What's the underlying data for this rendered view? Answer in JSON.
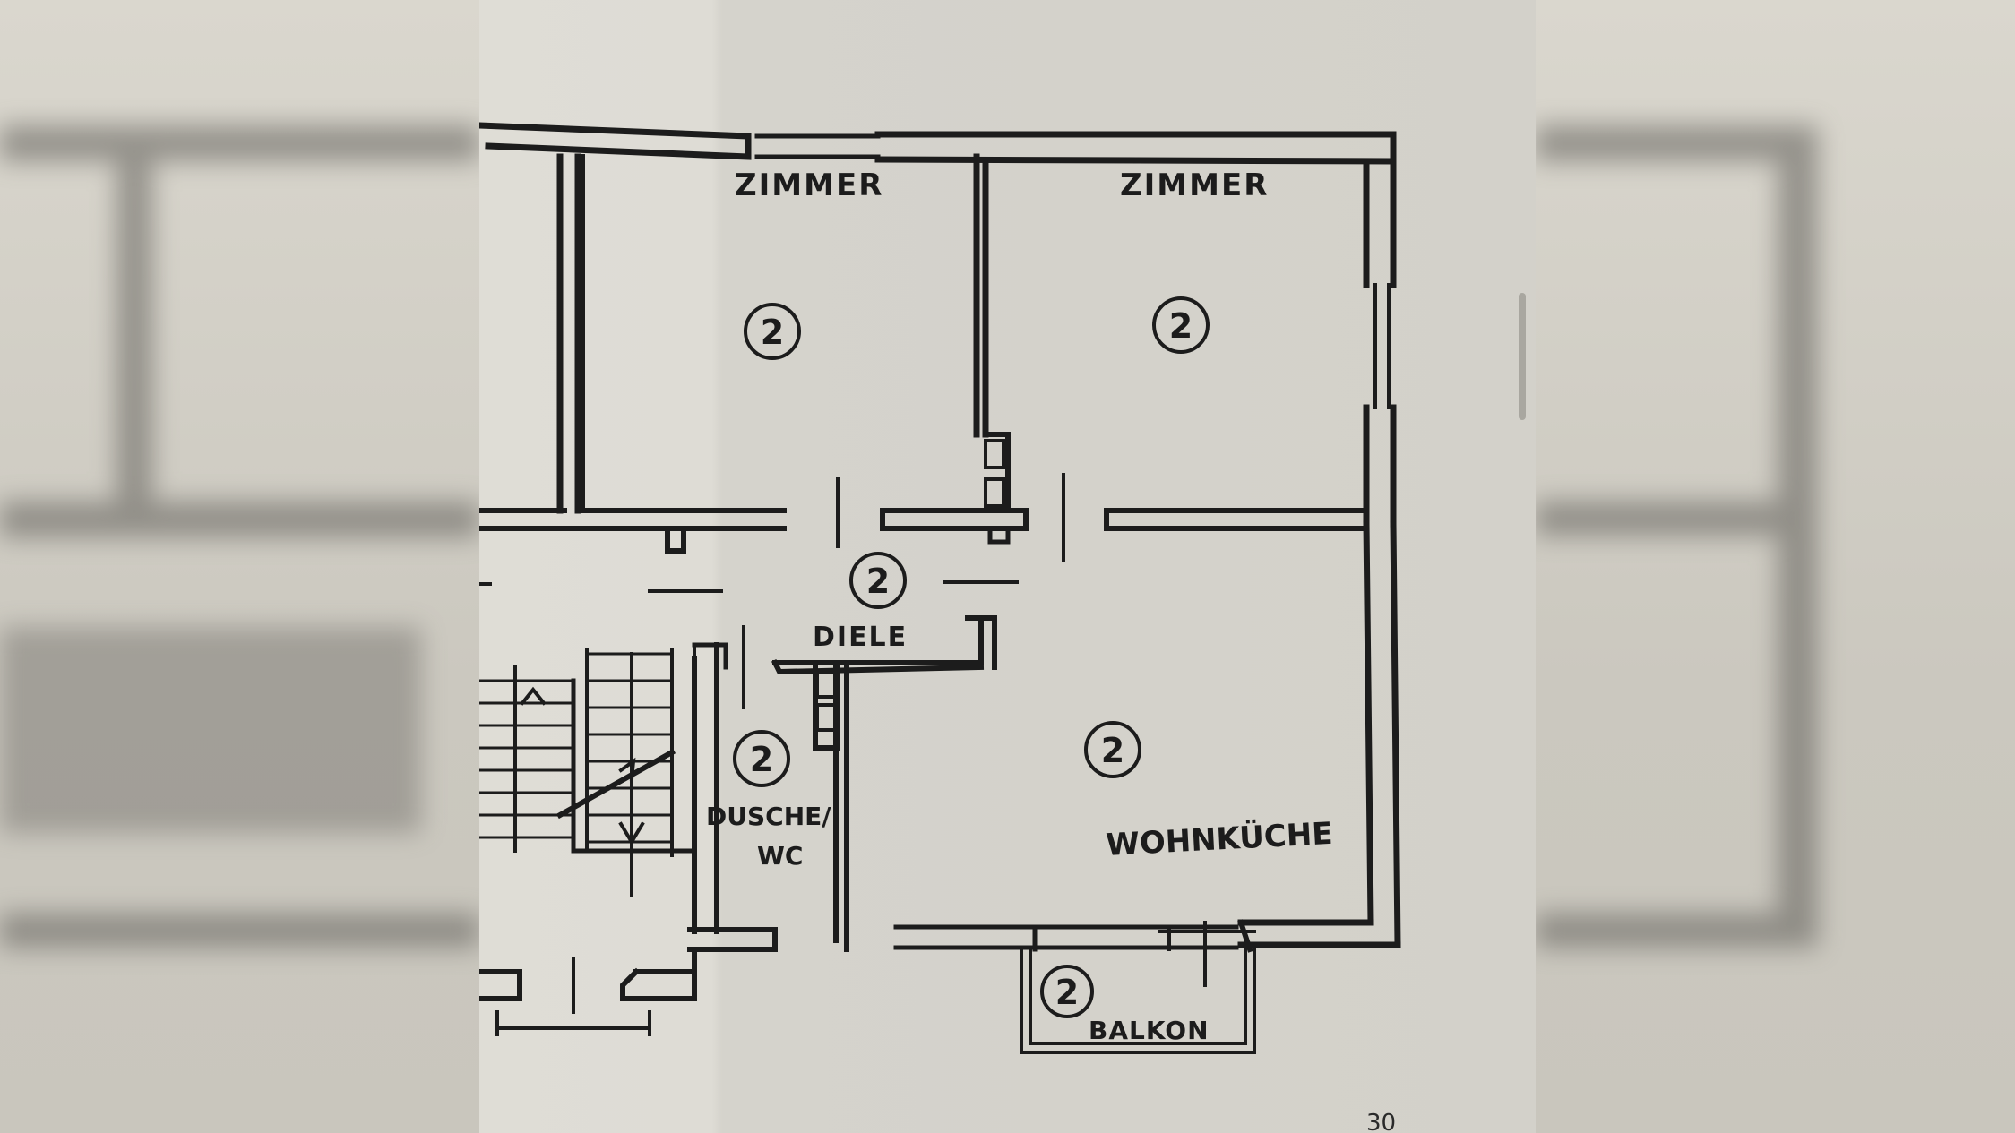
{
  "rooms": [
    {
      "id": "zimmer-1",
      "label": "ZIMMER",
      "number": "2"
    },
    {
      "id": "zimmer-2",
      "label": "ZIMMER",
      "number": "2"
    },
    {
      "id": "diele",
      "label": "DIELE",
      "number": "2"
    },
    {
      "id": "dusche-wc",
      "label": "DUSCHE/",
      "label2": "WC",
      "number": "2"
    },
    {
      "id": "wohnkueche",
      "label": "WOHNKÜCHE",
      "number": "2"
    },
    {
      "id": "balkon",
      "label": "BALKON",
      "number": "2"
    }
  ],
  "corner_text": "30",
  "colors": {
    "ink": "#1c1c1c",
    "paper": "#dedcd5"
  }
}
